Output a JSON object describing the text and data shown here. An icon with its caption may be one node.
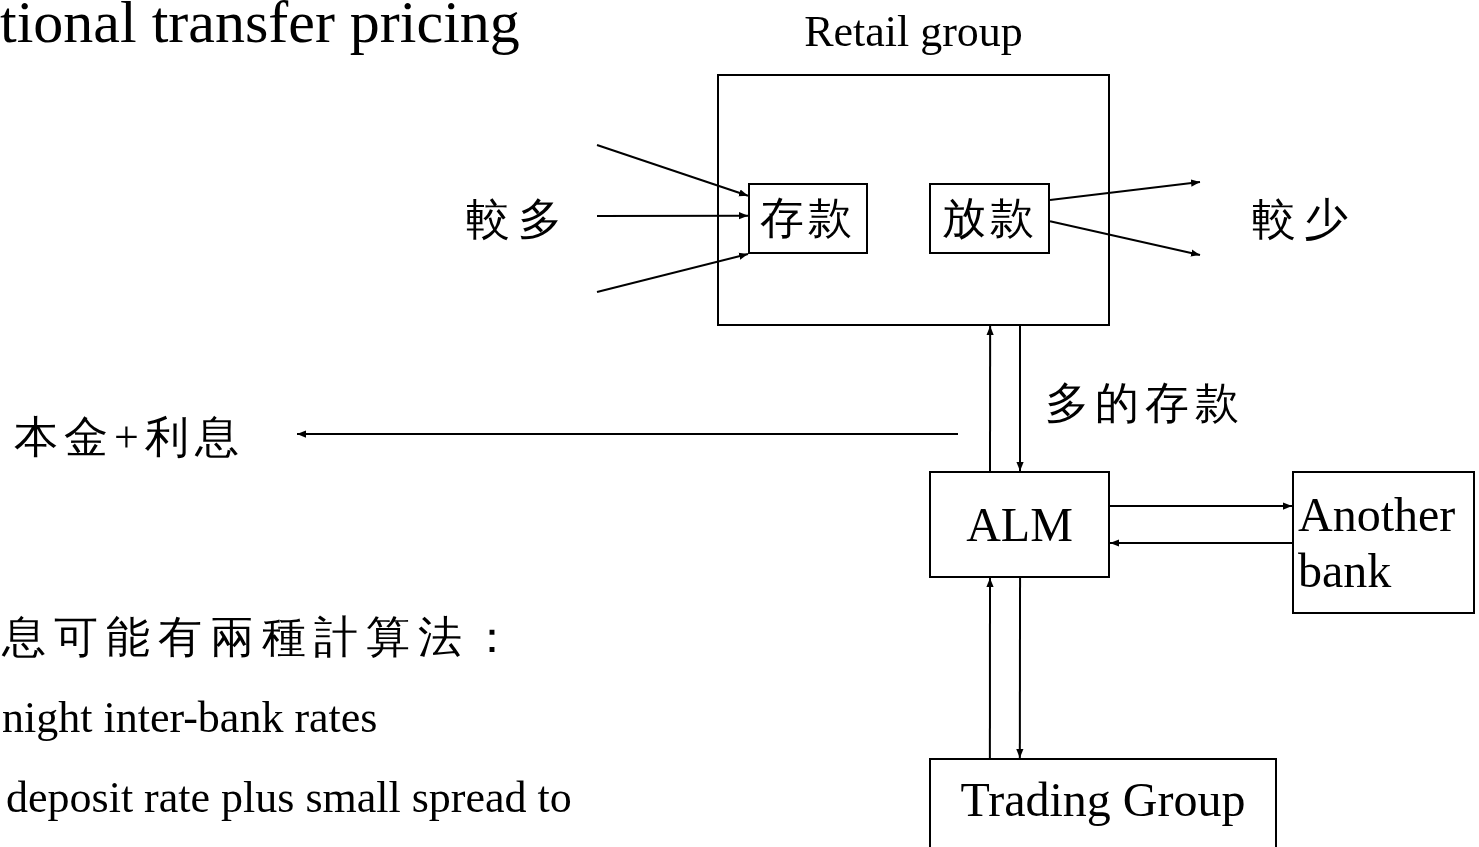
{
  "diagram": {
    "title": "tional transfer pricing",
    "nodes": [
      {
        "text": [
          "Retail group"
        ]
      },
      {
        "text": [
          "存款"
        ],
        "in": 0
      },
      {
        "text": [
          "放款"
        ],
        "in": 0
      },
      {
        "text": [
          "ALM"
        ]
      },
      {
        "text": [
          "Another bank"
        ]
      },
      {
        "text": [
          "Trading Group"
        ]
      },
      {
        "text": [
          "本金+利息"
        ]
      }
    ],
    "edges": [
      {
        "from": null,
        "to": 1,
        "arrow": "to"
      },
      {
        "from": null,
        "to": 1,
        "arrow": "to"
      },
      {
        "from": null,
        "to": 1,
        "arrow": "to"
      },
      {
        "from": 2,
        "to": null,
        "arrow": "to"
      },
      {
        "from": 2,
        "to": null,
        "arrow": "to"
      },
      {
        "from": 3,
        "to": 0,
        "arrow": "to"
      },
      {
        "from": 0,
        "to": 3,
        "arrow": "to"
      },
      {
        "from": null,
        "to": 6,
        "arrow": "to"
      },
      {
        "from": 3,
        "to": 4,
        "arrow": "to"
      },
      {
        "from": 4,
        "to": 3,
        "arrow": "to"
      },
      {
        "from": 5,
        "to": 3,
        "arrow": "to"
      },
      {
        "from": 3,
        "to": 5,
        "arrow": "to"
      }
    ],
    "labels": [
      "較多",
      "較少",
      "多的存款",
      "息可能有兩種計算法：",
      "night inter-bank rates",
      "deposit rate plus small spread to"
    ]
  }
}
